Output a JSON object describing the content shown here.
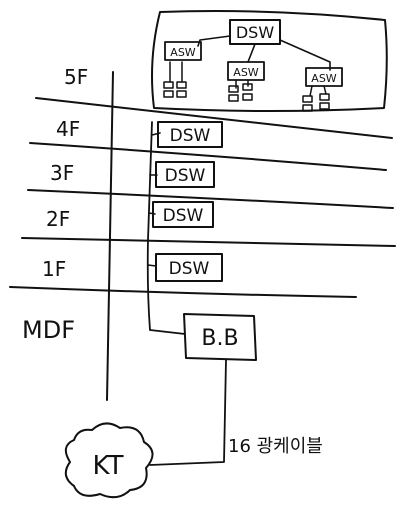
{
  "colors": {
    "ink": "#111111",
    "background": "#ffffff"
  },
  "floors": [
    {
      "label": "5F",
      "switches": []
    },
    {
      "label": "4F",
      "switches": [
        "DSW"
      ]
    },
    {
      "label": "3F",
      "switches": [
        "DSW"
      ]
    },
    {
      "label": "2F",
      "switches": [
        "DSW"
      ]
    },
    {
      "label": "1F",
      "switches": [
        "DSW"
      ]
    },
    {
      "label": "MDF",
      "switches": [
        "B.B"
      ]
    }
  ],
  "detail": {
    "core_switch": "DSW",
    "access_switches": [
      "ASW",
      "ASW",
      "ASW"
    ]
  },
  "external": {
    "cloud_label": "KT",
    "link_label": "16 광케이블"
  }
}
